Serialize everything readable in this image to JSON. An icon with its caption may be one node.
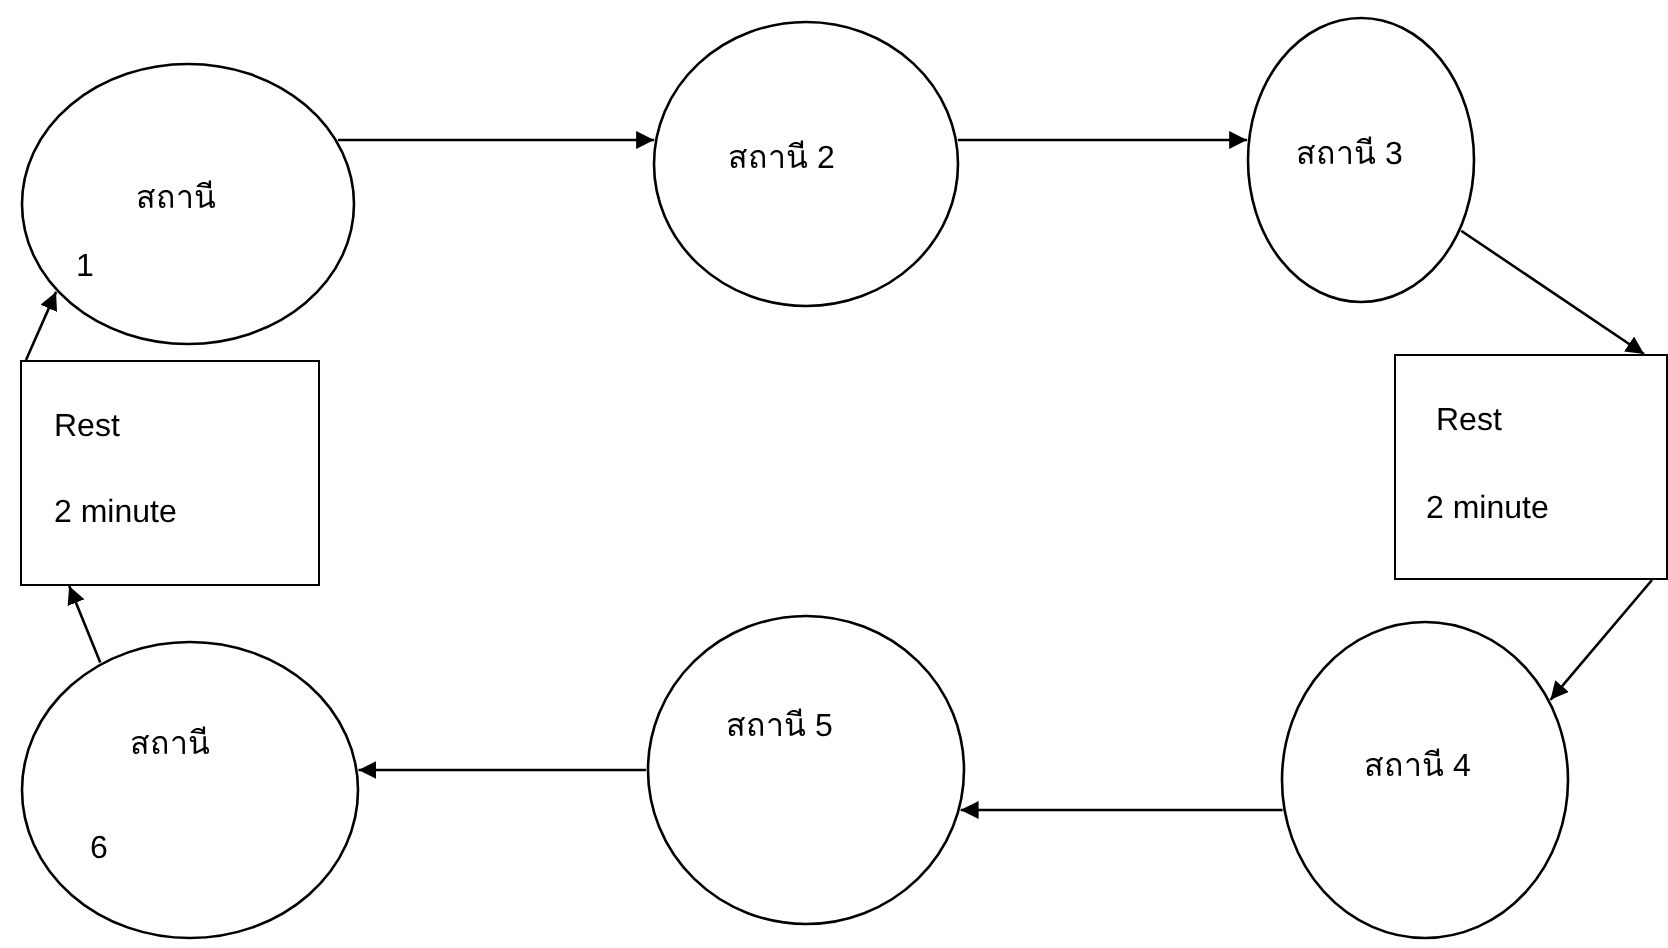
{
  "diagram": {
    "nodes": [
      {
        "text": [
          "สถานี 1"
        ]
      },
      {
        "text": [
          "สถานี 2"
        ]
      },
      {
        "text": [
          "สถานี 3"
        ]
      },
      {
        "text": [
          "Rest",
          "2 minute"
        ]
      },
      {
        "text": [
          "สถานี 4"
        ]
      },
      {
        "text": [
          "สถานี 5"
        ]
      },
      {
        "text": [
          "สถานี 6"
        ]
      },
      {
        "text": [
          "Rest",
          "2 minute"
        ]
      }
    ],
    "edges": [
      {
        "from": 0,
        "to": 1,
        "arrow": "to"
      },
      {
        "from": 1,
        "to": 2,
        "arrow": "to"
      },
      {
        "from": 2,
        "to": 3,
        "arrow": "to"
      },
      {
        "from": 3,
        "to": 4,
        "arrow": "to"
      },
      {
        "from": 4,
        "to": 5,
        "arrow": "to"
      },
      {
        "from": 5,
        "to": 6,
        "arrow": "to"
      },
      {
        "from": 6,
        "to": 7,
        "arrow": "to"
      },
      {
        "from": 7,
        "to": 0,
        "arrow": "to"
      }
    ]
  }
}
